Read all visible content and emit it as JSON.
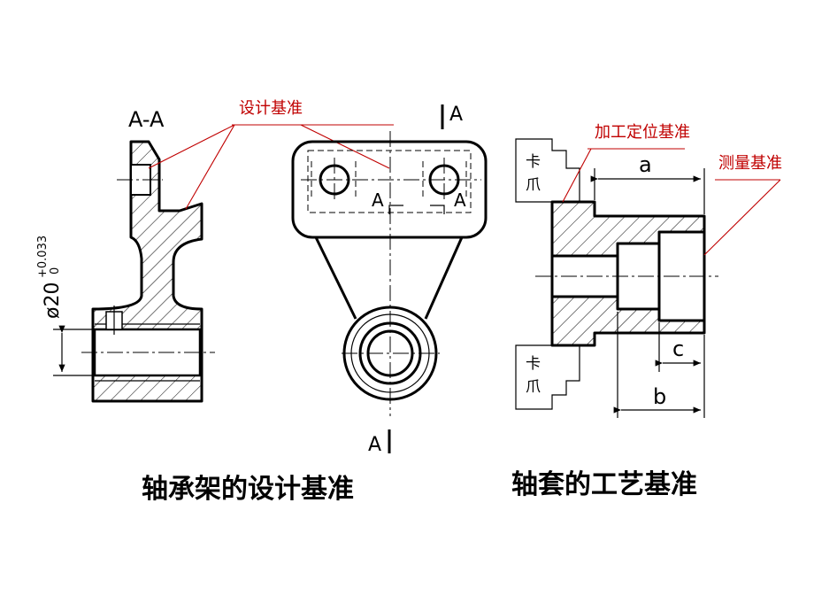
{
  "left_view": {
    "section_label": "A-A",
    "design_datum_label": "设计基准",
    "diameter_dim": "ø20",
    "tolerance_upper": "+0.033",
    "tolerance_lower": "0"
  },
  "middle_view": {
    "cut_mark_top": "A",
    "cut_mark_bottom": "A",
    "inner_mark_left": "A",
    "inner_mark_right": "A"
  },
  "right_view": {
    "positioning_datum_label": "加工定位基准",
    "measuring_datum_label": "测量基准",
    "jaw_top_label": "卡爪",
    "jaw_bottom_label": "卡爪",
    "dim_a": "a",
    "dim_b": "b",
    "dim_c": "c"
  },
  "captions": {
    "left": "轴承架的设计基准",
    "right": "轴套的工艺基准"
  },
  "colors": {
    "annotation_red": "#c00000",
    "line_black": "#000000"
  }
}
